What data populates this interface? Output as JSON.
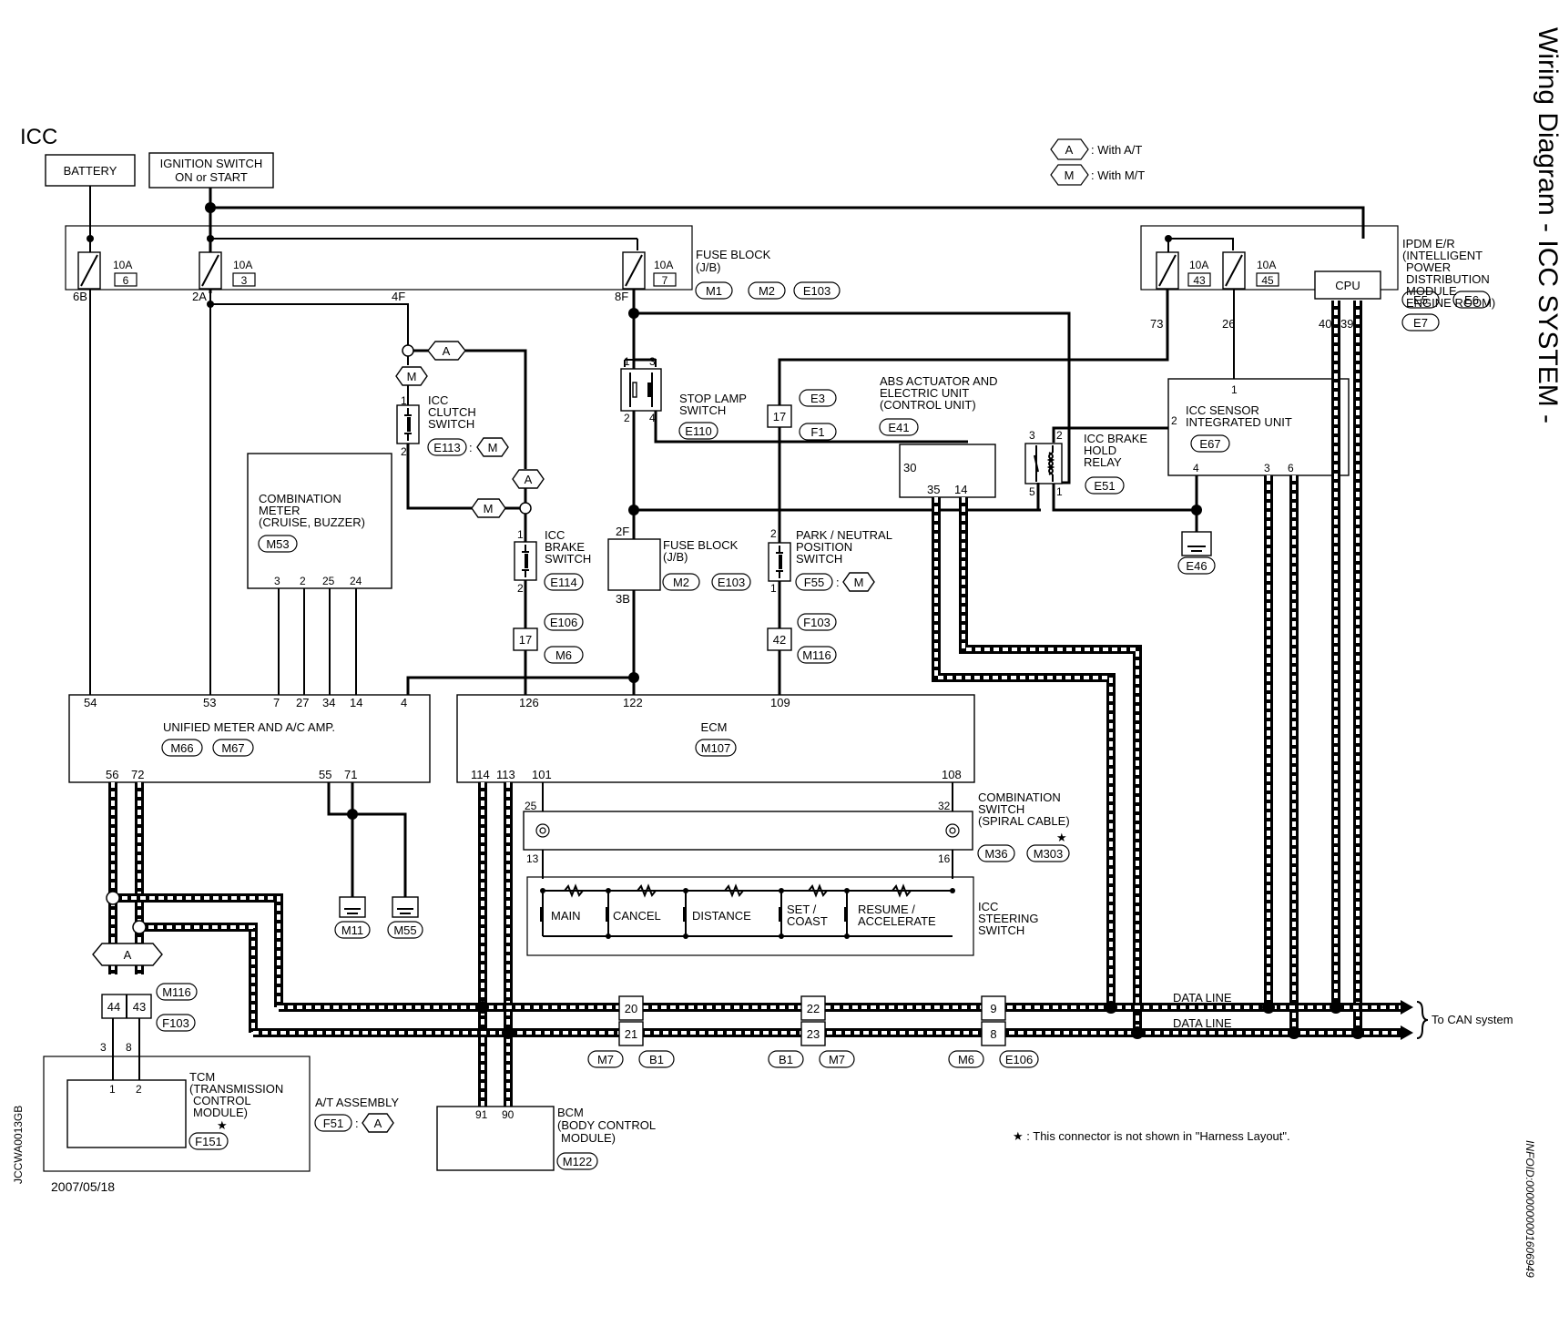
{
  "title": "Wiring Diagram - ICC SYSTEM -",
  "system": "ICC",
  "legend": {
    "a": {
      "tag": "A",
      "text": ": With A/T"
    },
    "m": {
      "tag": "M",
      "text": ": With M/T"
    }
  },
  "footnote": "★ : This connector is not shown in \"Harness Layout\".",
  "date": "2007/05/18",
  "code_left": "JCCWA0013GB",
  "code_right": "INFOID:0000000001606949",
  "to_can": "To CAN system",
  "data_line_1": "DATA LINE",
  "data_line_2": "DATA LINE",
  "battery": "BATTERY",
  "ign_1": "IGNITION SWITCH",
  "ign_2": "ON or START",
  "fuse_block_1": {
    "l1": "FUSE BLOCK",
    "l2": "(J/B)",
    "c1": "M1",
    "c2": "M2",
    "c3": "E103"
  },
  "fuse_block_2": {
    "l1": "FUSE BLOCK",
    "l2": "(J/B)",
    "c1": "M2",
    "c2": "E103"
  },
  "fuses": {
    "f6": {
      "amp": "10A",
      "num": "6"
    },
    "f3": {
      "amp": "10A",
      "num": "3"
    },
    "f7": {
      "amp": "10A",
      "num": "7"
    },
    "f43": {
      "amp": "10A",
      "num": "43"
    },
    "f45": {
      "amp": "10A",
      "num": "45"
    }
  },
  "ipdm": {
    "l1": "IPDM E/R",
    "l2": "(INTELLIGENT",
    "l3": "POWER",
    "l4": "DISTRIBUTION",
    "l5": "MODULE",
    "l6": "ENGINE ROOM)",
    "c1": "E5",
    "c2": "E6",
    "c3": "E7",
    "cpu": "CPU"
  },
  "pins": {
    "p6B": "6B",
    "p2A": "2A",
    "p4F": "4F",
    "p8F": "8F",
    "p73": "73",
    "p26": "26",
    "p40": "40",
    "p39": "39",
    "p2F": "2F",
    "p3B": "3B",
    "ccs1": "1",
    "ccs2": "2",
    "cbs1": "1",
    "cbs2": "2",
    "sl1": "1",
    "sl3": "3",
    "sl2": "2",
    "sl4": "4",
    "pn2": "2",
    "pn1": "1",
    "abs30": "30",
    "abs35": "35",
    "abs14": "14",
    "r3": "3",
    "r2": "2",
    "r5": "5",
    "r1": "1",
    "icc1": "1",
    "icc2": "2",
    "icc4": "4",
    "icc3": "3",
    "icc6": "6",
    "cm3": "3",
    "cm2": "2",
    "cm25": "25",
    "cm24": "24",
    "um54": "54",
    "um53": "53",
    "um7": "7",
    "um27": "27",
    "um34": "34",
    "um14": "14",
    "um4": "4",
    "um56": "56",
    "um72": "72",
    "um55": "55",
    "um71": "71",
    "ecm126": "126",
    "ecm122": "122",
    "ecm109": "109",
    "ecm114": "114",
    "ecm113": "113",
    "ecm101": "101",
    "ecm108": "108",
    "cs25": "25",
    "cs32": "32",
    "cs13": "13",
    "cs16": "16",
    "tcm3": "3",
    "tcm8": "8",
    "tcm1": "1",
    "tcm2": "2",
    "bcm91": "91",
    "bcm90": "90"
  },
  "inline": {
    "e106_17": "17",
    "f103_42": "42",
    "e3_17": "17",
    "tcm44": "44",
    "tcm43": "43",
    "j20": "20",
    "j21": "21",
    "j22": "22",
    "j23": "23",
    "j9": "9",
    "j8": "8"
  },
  "labels": {
    "icc_clutch": {
      "l1": "ICC",
      "l2": "CLUTCH",
      "l3": "SWITCH",
      "c": "E113",
      "tag": "M"
    },
    "icc_brake": {
      "l1": "ICC",
      "l2": "BRAKE",
      "l3": "SWITCH",
      "c": "E114"
    },
    "stop_lamp": {
      "l1": "STOP LAMP",
      "l2": "SWITCH",
      "c": "E110"
    },
    "park_neutral": {
      "l1": "PARK / NEUTRAL",
      "l2": "POSITION",
      "l3": "SWITCH",
      "c": "F55",
      "tag": "M"
    },
    "abs": {
      "l1": "ABS ACTUATOR AND",
      "l2": "ELECTRIC UNIT",
      "l3": "(CONTROL UNIT)",
      "c": "E41"
    },
    "relay": {
      "l1": "ICC BRAKE",
      "l2": "HOLD",
      "l3": "RELAY",
      "c": "E51"
    },
    "icc_sensor": {
      "l1": "ICC SENSOR",
      "l2": "INTEGRATED UNIT",
      "c": "E67"
    },
    "ground_e46": "E46",
    "comb_meter": {
      "l1": "COMBINATION",
      "l2": "METER",
      "l3": "(CRUISE, BUZZER)",
      "c": "M53"
    },
    "unified": {
      "l1": "UNIFIED METER AND A/C AMP.",
      "c1": "M66",
      "c2": "M67"
    },
    "ecm": {
      "l1": "ECM",
      "c": "M107"
    },
    "comb_switch": {
      "l1": "COMBINATION",
      "l2": "SWITCH",
      "l3": "(SPIRAL CABLE)",
      "c1": "M36",
      "c2": "M303"
    },
    "steer_switch": {
      "l1": "ICC",
      "l2": "STEERING",
      "l3": "SWITCH"
    },
    "sw_main": "MAIN",
    "sw_cancel": "CANCEL",
    "sw_distance": "DISTANCE",
    "sw_set1": "SET /",
    "sw_set2": "COAST",
    "sw_res1": "RESUME /",
    "sw_res2": "ACCELERATE",
    "gnd_m11": "M11",
    "gnd_m55": "M55",
    "tcm": {
      "l1": "TCM",
      "l2": "(TRANSMISSION",
      "l3": "CONTROL",
      "l4": "MODULE)",
      "c": "F151"
    },
    "at_assembly": {
      "l1": "A/T ASSEMBLY",
      "c": "F51",
      "tag": "A"
    },
    "bcm": {
      "l1": "BCM",
      "l2": "(BODY CONTROL",
      "l3": "MODULE)",
      "c": "M122"
    },
    "conn_e106": "E106",
    "conn_m6": "M6",
    "conn_f103": "F103",
    "conn_m116": "M116",
    "conn_e3": "E3",
    "conn_f1": "F1",
    "tcm_m116": "M116",
    "tcm_f103": "F103",
    "j1a": "M7",
    "j1b": "B1",
    "j2a": "B1",
    "j2b": "M7",
    "j3a": "M6",
    "j3b": "E106",
    "tag_a1": "A",
    "tag_m1": "M",
    "tag_m2": "M",
    "tag_a2": "A",
    "tag_a3": "A"
  }
}
